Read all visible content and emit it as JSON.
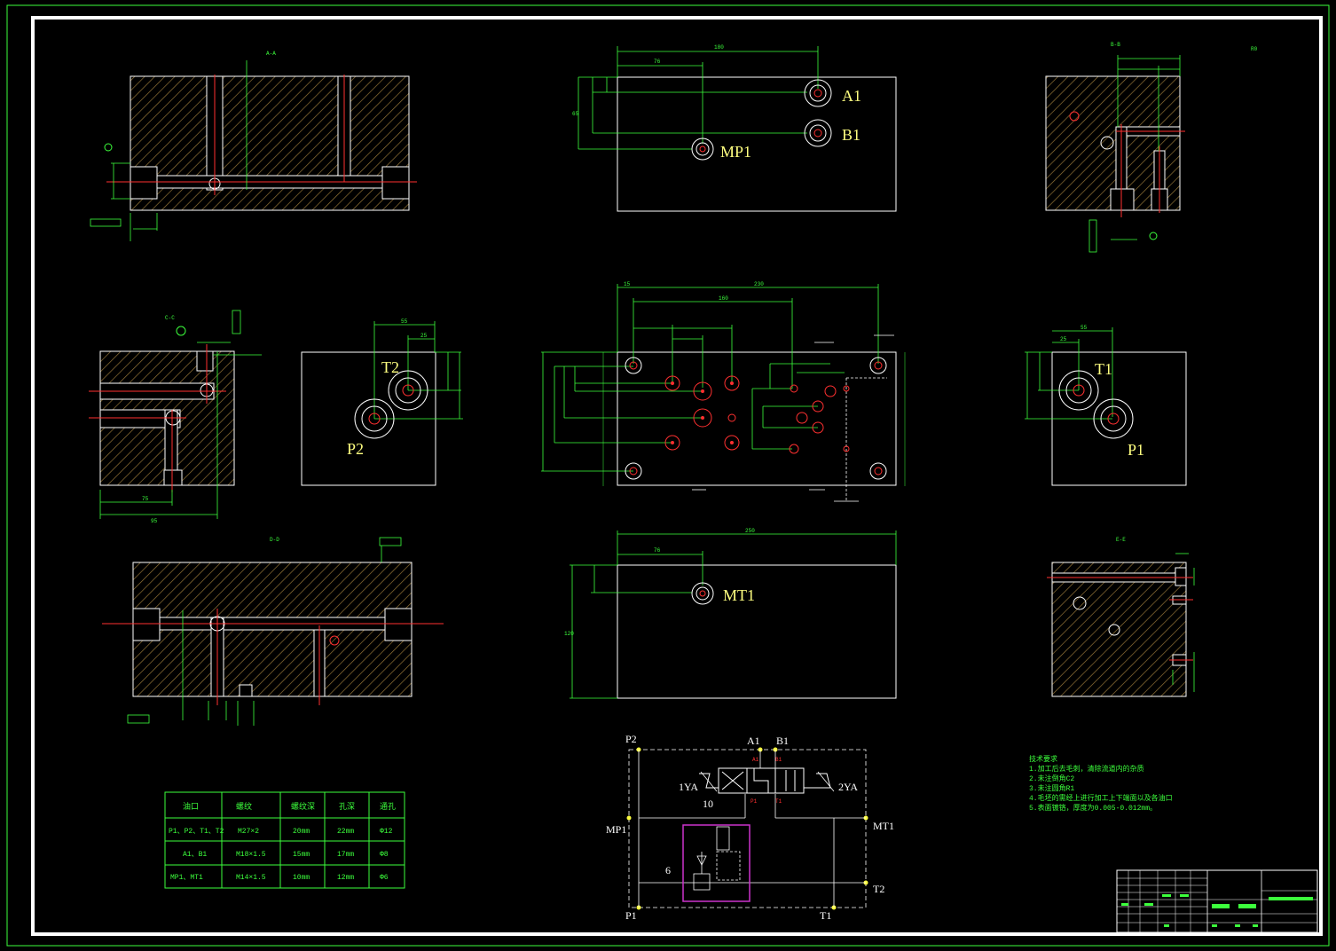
{
  "colors": {
    "background": "#000000",
    "border": "#ffffff",
    "outer_frame": "#3cff3c",
    "dimension": "#3cff3c",
    "hole": "#ff3030",
    "label": "#ffff80",
    "hatch": "#9b7a3a",
    "valve_box": "#cc33cc"
  },
  "views": {
    "aa": {
      "title": "A-A"
    },
    "bb": {
      "title": "B-B"
    },
    "cc": {
      "title": "C-C"
    },
    "dd": {
      "title": "D-D"
    },
    "ee": {
      "title": "E-E"
    }
  },
  "ports": {
    "A1": "A1",
    "B1": "B1",
    "MP1": "MP1",
    "T2": "T2",
    "P2": "P2",
    "T1": "T1",
    "P1": "P1",
    "MT1": "MT1"
  },
  "dimensions": {
    "top_width": "180",
    "top_a1": "76",
    "top_h1": "65",
    "mid_total": "230",
    "mid_160": "160",
    "mid_15": "15",
    "front_width": "250",
    "front_76": "76",
    "front_h": "120",
    "right_55": "55",
    "right_25": "25",
    "left_55": "55",
    "left_25": "25",
    "cc_75": "75",
    "cc_95": "95"
  },
  "table": {
    "headers": [
      "油口",
      "螺纹",
      "螺纹深",
      "孔深",
      "通孔"
    ],
    "rows": [
      [
        "P1、P2、T1、T2",
        "M27×2",
        "20mm",
        "22mm",
        "Φ12"
      ],
      [
        "A1、B1",
        "M18×1.5",
        "15mm",
        "17mm",
        "Φ8"
      ],
      [
        "MP1、MT1",
        "M14×1.5",
        "10mm",
        "12mm",
        "Φ6"
      ]
    ]
  },
  "notes": {
    "title": "技术要求",
    "items": [
      "1.加工后去毛刺，清除流道内的杂质",
      "2.未注倒角C2",
      "3.未注圆角R1",
      "4.毛坯的需经上进行加工上下端面以及各油口",
      "5.表面镀铬，厚度为0.005-0.012mm。"
    ]
  },
  "schematic": {
    "P2": "P2",
    "A1": "A1",
    "B1": "B1",
    "MP1": "MP1",
    "MT1": "MT1",
    "P1": "P1",
    "T1": "T1",
    "T2": "T2",
    "ya1": "1YA",
    "ya2": "2YA",
    "n10": "10",
    "n6": "6",
    "a1s": "A1",
    "b1s": "B1",
    "p1s": "P1",
    "t1s": "T1"
  }
}
